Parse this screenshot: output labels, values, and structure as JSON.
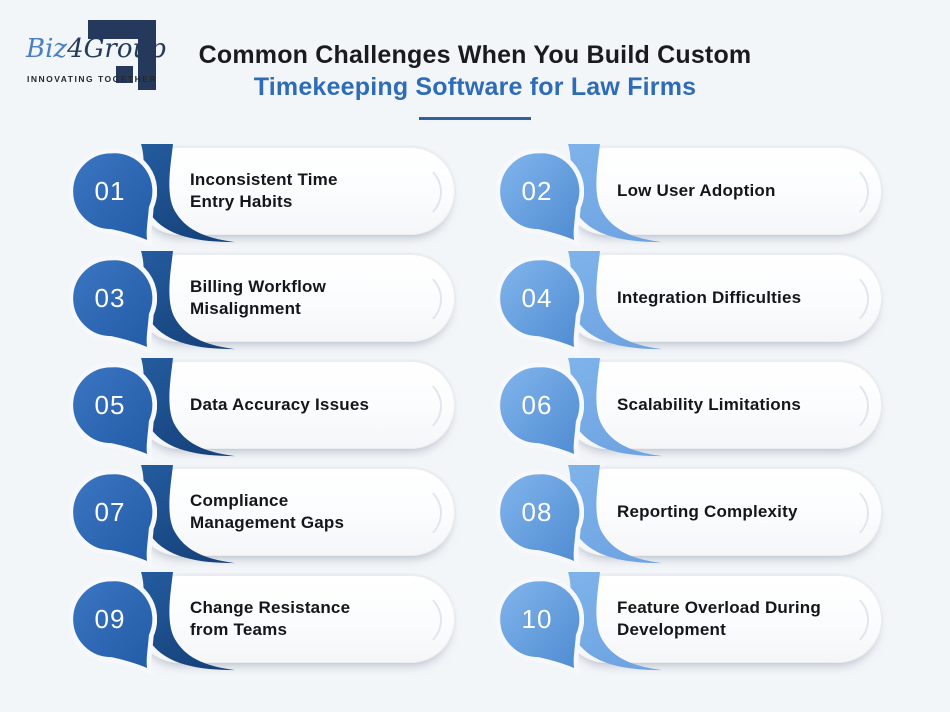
{
  "logo": {
    "brand_prefix": "Biz",
    "brand_suffix": "4Group",
    "tagline": "INNOVATING TOGETHER",
    "frame_color": "#25395c",
    "brand_blue": "#4a80c3"
  },
  "header": {
    "title_line1": "Common Challenges When You Build Custom",
    "title_line2": "Timekeeping Software for Law Firms",
    "accent_color": "#2e6cb7",
    "underline_color": "#2d629f"
  },
  "items": [
    {
      "number": "01",
      "label": "Inconsistent Time\nEntry Habits"
    },
    {
      "number": "02",
      "label": "Low User Adoption"
    },
    {
      "number": "03",
      "label": "Billing Workflow\nMisalignment"
    },
    {
      "number": "04",
      "label": "Integration Difficulties"
    },
    {
      "number": "05",
      "label": "Data Accuracy Issues"
    },
    {
      "number": "06",
      "label": "Scalability Limitations"
    },
    {
      "number": "07",
      "label": "Compliance\nManagement Gaps"
    },
    {
      "number": "08",
      "label": "Reporting Complexity"
    },
    {
      "number": "09",
      "label": "Change Resistance\nfrom Teams"
    },
    {
      "number": "10",
      "label": "Feature Overload During\nDevelopment"
    }
  ],
  "colors": {
    "background": "#f3f6f9",
    "left_badge_gradient": [
      "#3c77c3",
      "#215aa5"
    ],
    "left_ribbon_gradient": [
      "#245c9f",
      "#16437c"
    ],
    "right_badge_gradient": [
      "#83b6ed",
      "#4d8ad0"
    ],
    "right_ribbon_gradient": [
      "#7fb3ea",
      "#6ea4e2"
    ],
    "pill_background": "#ffffff",
    "number_text": "#ffffff",
    "label_text": "#15161a"
  }
}
